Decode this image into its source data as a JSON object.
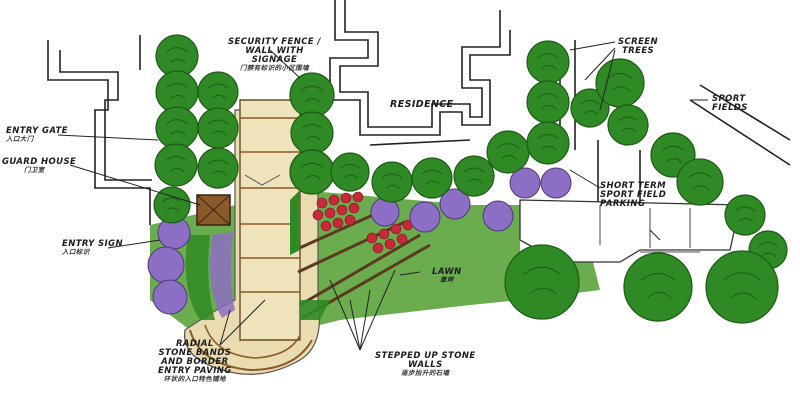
{
  "labels": {
    "security_fence": [
      "SECURITY FENCE /",
      "WALL WITH",
      "SIGNAGE"
    ],
    "security_fence_cn": "门禁有标识的小区围墙",
    "residence": "RESIDENCE",
    "screen_trees": [
      "SCREEN",
      "TREES"
    ],
    "sport_fields": [
      "SPORT",
      "FIELDS"
    ],
    "entry_gate": "ENTRY GATE",
    "entry_gate_cn": "入口大门",
    "guard_house": "GUARD HOUSE",
    "guard_house_cn": "门卫室",
    "entry_sign": "ENTRY SIGN",
    "entry_sign_cn": "入口标识",
    "short_term_parking": [
      "SHORT TERM",
      "SPORT FIELD",
      "PARKING"
    ],
    "lawn": "LAWN",
    "lawn_cn": "草坪",
    "radial_stone_bands": [
      "RADIAL",
      "STONE BANDS",
      "AND BORDER",
      "ENTRY PAVING"
    ],
    "radial_stone_bands_cn": "环状的入口特色铺地",
    "stepped_stone_walls": [
      "STEPPED UP STONE",
      "WALLS"
    ],
    "stepped_stone_walls_cn": "逐步抬升的石墙"
  },
  "colors": {
    "tree_green": "#2f8a25",
    "tree_dark": "#1e5c16",
    "shrub_purple": "#8c6fc4",
    "lawn": "#5ba33b",
    "paving": "#e9dcb0",
    "roses": "#c8283a",
    "guard_house": "#8a5a2a"
  }
}
